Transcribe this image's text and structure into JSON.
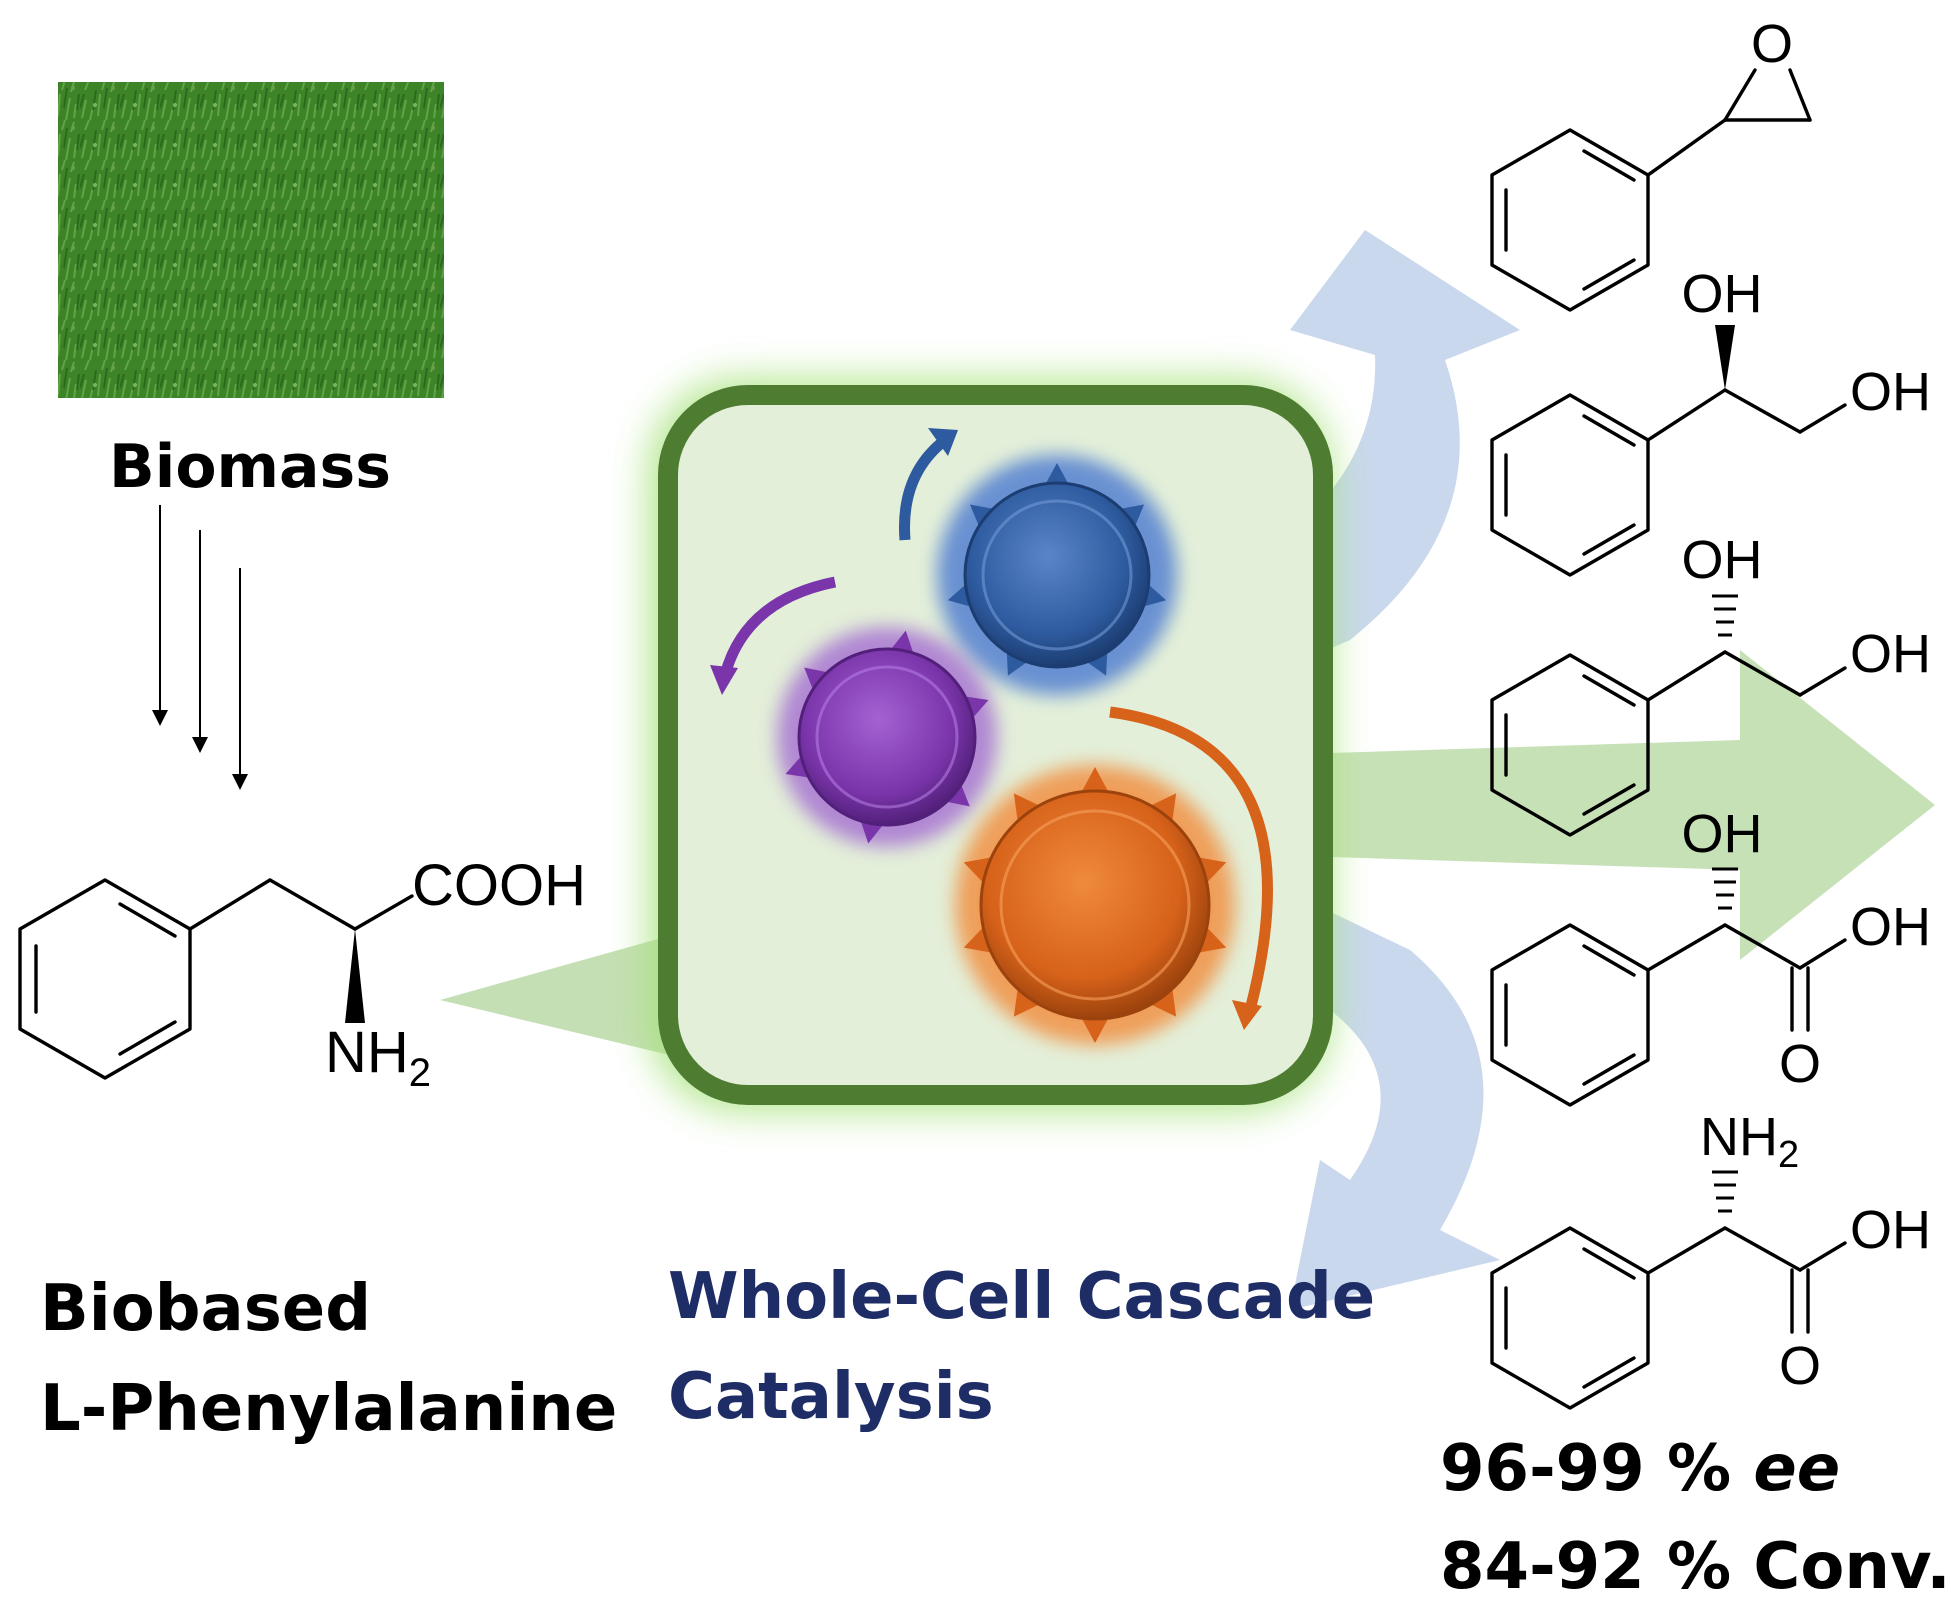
{
  "title_texts": {
    "biomass": "Biomass",
    "substrate_line1": "Biobased",
    "substrate_line2": "L-Phenylalanine",
    "catalysis_line1": "Whole-Cell Cascade",
    "catalysis_line2": "Catalysis",
    "ee_value": "96-99 % ",
    "ee_unit": "ee",
    "conversion": "84-92 % Conv."
  },
  "phenylalanine": {
    "acid_group": "COOH",
    "amine_group": "NH",
    "amine_subscript": "2"
  },
  "products": [
    {
      "name": "epoxide",
      "labels": {
        "o": "O"
      }
    },
    {
      "name": "diol-r",
      "labels": {
        "oh_top": "OH",
        "oh_right": "OH"
      }
    },
    {
      "name": "diol-s",
      "labels": {
        "oh_top": "OH",
        "oh_right": "OH"
      }
    },
    {
      "name": "mandelic-acid",
      "labels": {
        "oh_top": "OH",
        "oh_right": "OH",
        "o_bottom": "O"
      }
    },
    {
      "name": "phenylglycine",
      "labels": {
        "nh_top": "NH",
        "nh_sub": "2",
        "oh_right": "OH",
        "o_bottom": "O"
      }
    }
  ],
  "colors": {
    "grass": "#3f8a2c",
    "cell_border": "#4e7d32",
    "cell_fill": "#e3efd9",
    "glow": "#a6e27a",
    "blue_gear": "#2e5b9f",
    "purple_gear": "#7b35ab",
    "orange_gear": "#d7621a",
    "text_navy": "#1e2d66",
    "arrow_blue": "#c9d8ec",
    "arrow_green": "#c4dfb3"
  }
}
